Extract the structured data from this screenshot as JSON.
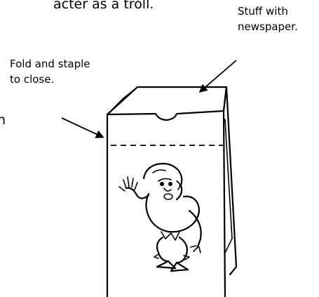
{
  "header": {
    "fragment": "acter as a troll."
  },
  "labels": {
    "stuff_line1": "Stuff with",
    "stuff_line2": "newspaper.",
    "fold_line1": "Fold and staple",
    "fold_line2": "to close.",
    "left_fragment": "n"
  },
  "illustration": {
    "subject": "paper-bag-with-troll-drawing"
  }
}
